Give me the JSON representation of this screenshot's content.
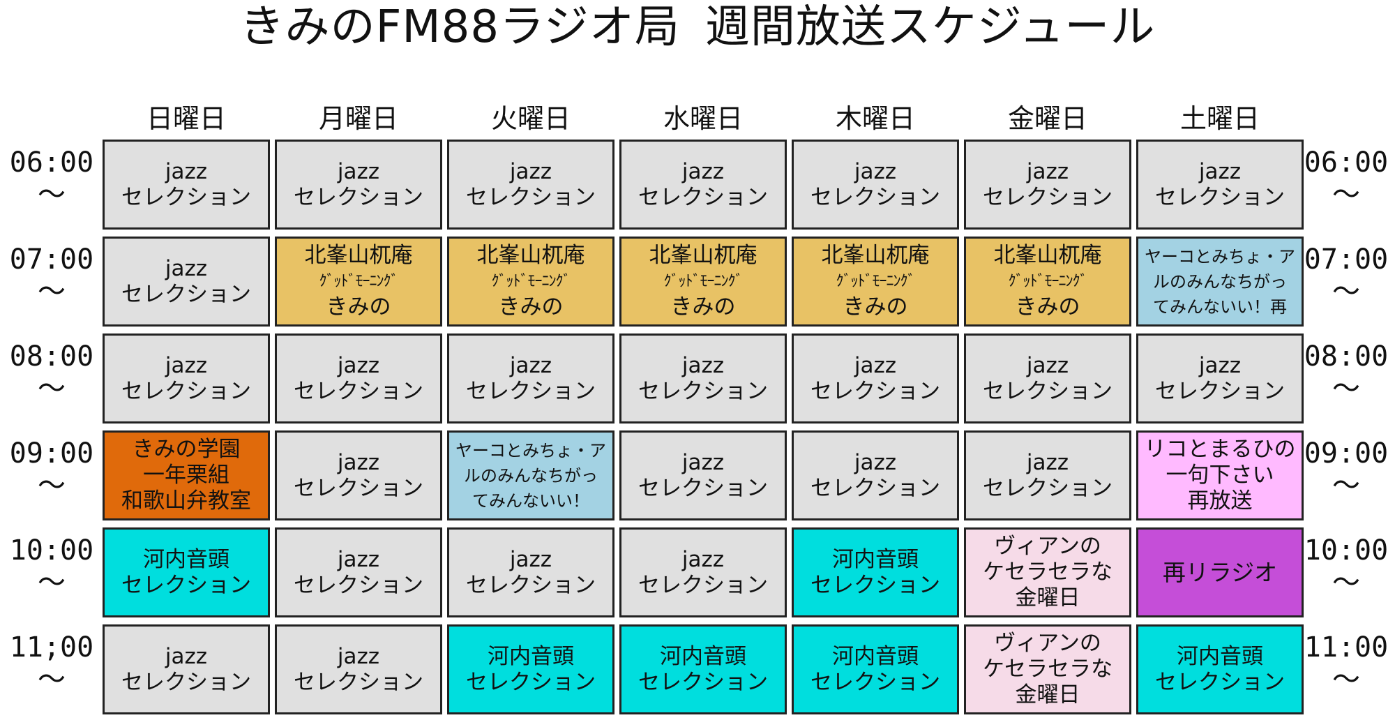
{
  "title": {
    "station": "きみのFM88ラジオ局",
    "subtitle": "週間放送スケジュール"
  },
  "days": [
    "日曜日",
    "月曜日",
    "火曜日",
    "水曜日",
    "木曜日",
    "金曜日",
    "土曜日"
  ],
  "times": {
    "left": [
      "06:00",
      "07:00",
      "08:00",
      "09:00",
      "10:00",
      "11;00"
    ],
    "right": [
      "06:00",
      "07:00",
      "08:00",
      "09:00",
      "10:00",
      "11:00"
    ],
    "tilde": "～"
  },
  "colors": {
    "jazz": "#e0e0e0",
    "morning": "#e8c265",
    "yako": "#a3d2e3",
    "gakuen": "#e06a0b",
    "kawachi": "#00dede",
    "vian": "#f6dbe8",
    "riko": "#ffbaff",
    "rerira": "#c54ed8",
    "border": "#222222"
  },
  "schedule": [
    [
      {
        "kind": "jazz",
        "lines": [
          "jazz",
          "セレクション"
        ]
      },
      {
        "kind": "jazz",
        "lines": [
          "jazz",
          "セレクション"
        ]
      },
      {
        "kind": "jazz",
        "lines": [
          "jazz",
          "セレクション"
        ]
      },
      {
        "kind": "jazz",
        "lines": [
          "jazz",
          "セレクション"
        ]
      },
      {
        "kind": "jazz",
        "lines": [
          "jazz",
          "セレクション"
        ]
      },
      {
        "kind": "jazz",
        "lines": [
          "jazz",
          "セレクション"
        ]
      },
      {
        "kind": "jazz",
        "lines": [
          "jazz",
          "セレクション"
        ]
      }
    ],
    [
      {
        "kind": "jazz",
        "lines": [
          "jazz",
          "セレクション"
        ]
      },
      {
        "kind": "morning",
        "lines": [
          "北峯山杌庵",
          "ｸﾞｯﾄﾞﾓｰﾆﾝｸﾞ",
          "きみの"
        ]
      },
      {
        "kind": "morning",
        "lines": [
          "北峯山杌庵",
          "ｸﾞｯﾄﾞﾓｰﾆﾝｸﾞ",
          "きみの"
        ]
      },
      {
        "kind": "morning",
        "lines": [
          "北峯山杌庵",
          "ｸﾞｯﾄﾞﾓｰﾆﾝｸﾞ",
          "きみの"
        ]
      },
      {
        "kind": "morning",
        "lines": [
          "北峯山杌庵",
          "ｸﾞｯﾄﾞﾓｰﾆﾝｸﾞ",
          "きみの"
        ]
      },
      {
        "kind": "morning",
        "lines": [
          "北峯山杌庵",
          "ｸﾞｯﾄﾞﾓｰﾆﾝｸﾞ",
          "きみの"
        ]
      },
      {
        "kind": "yako",
        "lines": [
          "ヤーコとみちょ・ア",
          "ルのみんなちがっ",
          "てみんないい！再"
        ]
      }
    ],
    [
      {
        "kind": "jazz",
        "lines": [
          "jazz",
          "セレクション"
        ]
      },
      {
        "kind": "jazz",
        "lines": [
          "jazz",
          "セレクション"
        ]
      },
      {
        "kind": "jazz",
        "lines": [
          "jazz",
          "セレクション"
        ]
      },
      {
        "kind": "jazz",
        "lines": [
          "jazz",
          "セレクション"
        ]
      },
      {
        "kind": "jazz",
        "lines": [
          "jazz",
          "セレクション"
        ]
      },
      {
        "kind": "jazz",
        "lines": [
          "jazz",
          "セレクション"
        ]
      },
      {
        "kind": "jazz",
        "lines": [
          "jazz",
          "セレクション"
        ]
      }
    ],
    [
      {
        "kind": "gakuen",
        "lines": [
          "きみの学園",
          "一年栗組",
          "和歌山弁教室"
        ]
      },
      {
        "kind": "jazz",
        "lines": [
          "jazz",
          "セレクション"
        ]
      },
      {
        "kind": "yako",
        "lines": [
          "ヤーコとみちょ・ア",
          "ルのみんなちがっ",
          "てみんないい！"
        ]
      },
      {
        "kind": "jazz",
        "lines": [
          "jazz",
          "セレクション"
        ]
      },
      {
        "kind": "jazz",
        "lines": [
          "jazz",
          "セレクション"
        ]
      },
      {
        "kind": "jazz",
        "lines": [
          "jazz",
          "セレクション"
        ]
      },
      {
        "kind": "riko",
        "lines": [
          "リコとまるひの",
          "一句下さい",
          "再放送"
        ]
      }
    ],
    [
      {
        "kind": "kawachi",
        "lines": [
          "河内音頭",
          "セレクション"
        ]
      },
      {
        "kind": "jazz",
        "lines": [
          "jazz",
          "セレクション"
        ]
      },
      {
        "kind": "jazz",
        "lines": [
          "jazz",
          "セレクション"
        ]
      },
      {
        "kind": "jazz",
        "lines": [
          "jazz",
          "セレクション"
        ]
      },
      {
        "kind": "kawachi",
        "lines": [
          "河内音頭",
          "セレクション"
        ]
      },
      {
        "kind": "vian",
        "lines": [
          "ヴィアンの",
          "ケセラセラな",
          "金曜日"
        ]
      },
      {
        "kind": "rerira",
        "lines": [
          "再リラジオ"
        ]
      }
    ],
    [
      {
        "kind": "jazz",
        "lines": [
          "jazz",
          "セレクション"
        ]
      },
      {
        "kind": "jazz",
        "lines": [
          "jazz",
          "セレクション"
        ]
      },
      {
        "kind": "kawachi",
        "lines": [
          "河内音頭",
          "セレクション"
        ]
      },
      {
        "kind": "kawachi",
        "lines": [
          "河内音頭",
          "セレクション"
        ]
      },
      {
        "kind": "kawachi",
        "lines": [
          "河内音頭",
          "セレクション"
        ]
      },
      {
        "kind": "vian",
        "lines": [
          "ヴィアンの",
          "ケセラセラな",
          "金曜日"
        ]
      },
      {
        "kind": "kawachi",
        "lines": [
          "河内音頭",
          "セレクション"
        ]
      }
    ]
  ]
}
